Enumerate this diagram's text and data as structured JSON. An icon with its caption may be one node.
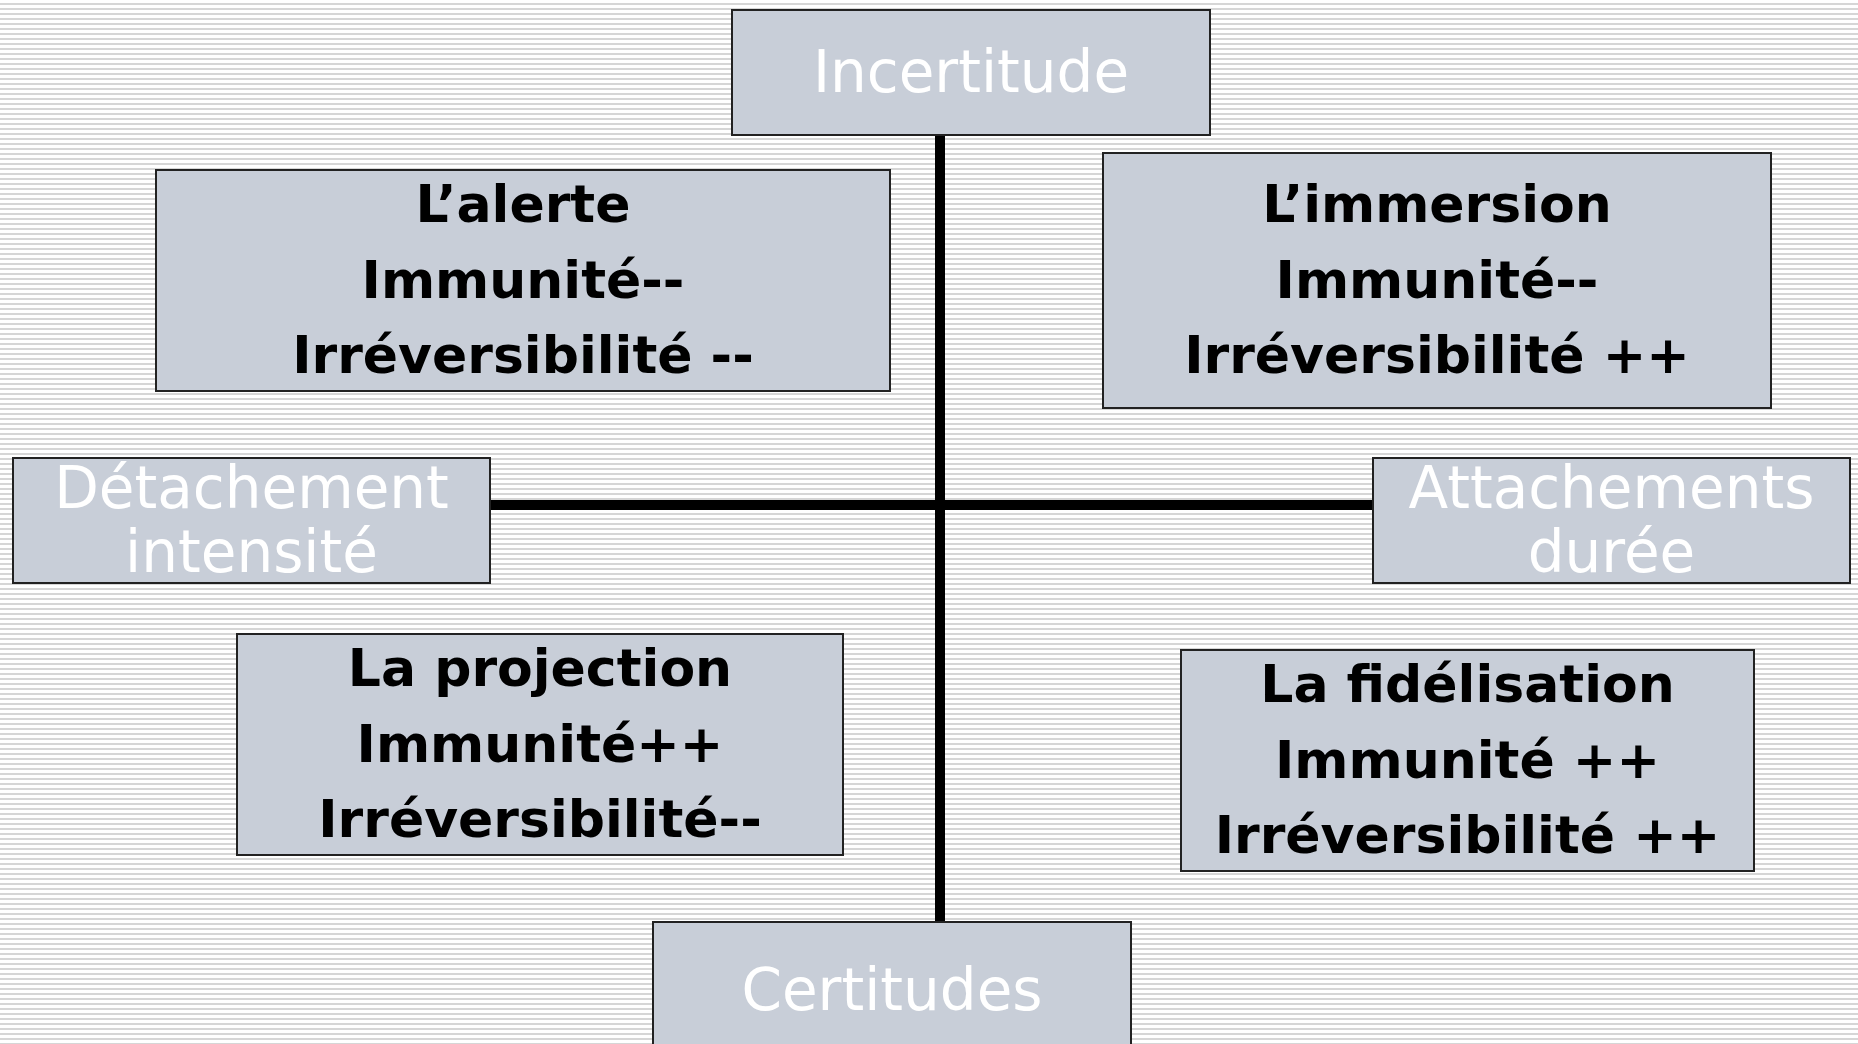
{
  "diagram": {
    "nodes": [
      {
        "text": [
          "Incertitude"
        ]
      },
      {
        "text": [
          "L’alerte",
          "Immunité--",
          "Irréversibilité --"
        ]
      },
      {
        "text": [
          "L’immersion",
          "Immunité--",
          "Irréversibilité ++"
        ]
      },
      {
        "text": [
          "Détachement intensité"
        ]
      },
      {
        "text": [
          "Attachements durée"
        ]
      },
      {
        "text": [
          "La projection",
          "Immunité++",
          "Irréversibilité--"
        ]
      },
      {
        "text": [
          "La fidélisation",
          "Immunité ++",
          "Irréversibilité ++"
        ]
      },
      {
        "text": [
          "Certitudes"
        ]
      }
    ],
    "edges": [
      {
        "from": 0,
        "to": 7,
        "arrow": "none"
      },
      {
        "from": 3,
        "to": 4,
        "arrow": "none"
      }
    ]
  }
}
